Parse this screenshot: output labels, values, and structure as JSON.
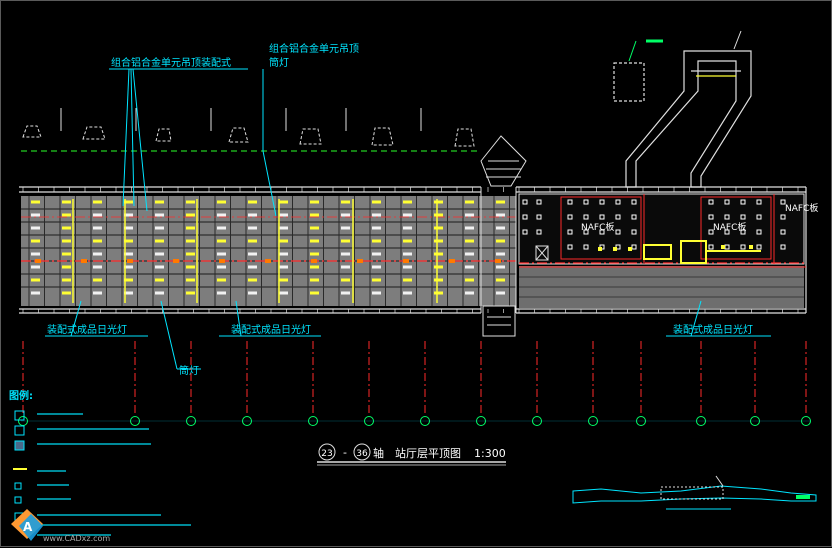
{
  "annotations": {
    "callout_left": "组合铝合金单元吊顶装配式",
    "callout_right_line1": "组合铝合金单元吊顶",
    "callout_right_line2": "筒灯",
    "light_left": "装配式成品日光灯",
    "light_middle": "装配式成品日光灯",
    "light_right": "装配式成品日光灯",
    "downlight": "筒灯",
    "nafc_1": "NAFC板",
    "nafc_2": "NAFC板",
    "nafc_3": "NAFC板"
  },
  "title_block": {
    "axis_start": "23",
    "dash": "-",
    "axis_end": "36",
    "axis_word": "轴",
    "title": "站厅层平顶图",
    "scale": "1:300"
  },
  "legend": {
    "heading": "图例:"
  },
  "watermark": {
    "text": "www.CADxz.com"
  },
  "colors": {
    "background": "#000000",
    "linework_cyan": "#00e5ff",
    "grid_red": "#ff2a2a",
    "light_yellow": "#ffff33",
    "wall_white": "#e0e0e0",
    "accent_green": "#00ff66",
    "ceiling_grey": "#8a8a8a"
  }
}
